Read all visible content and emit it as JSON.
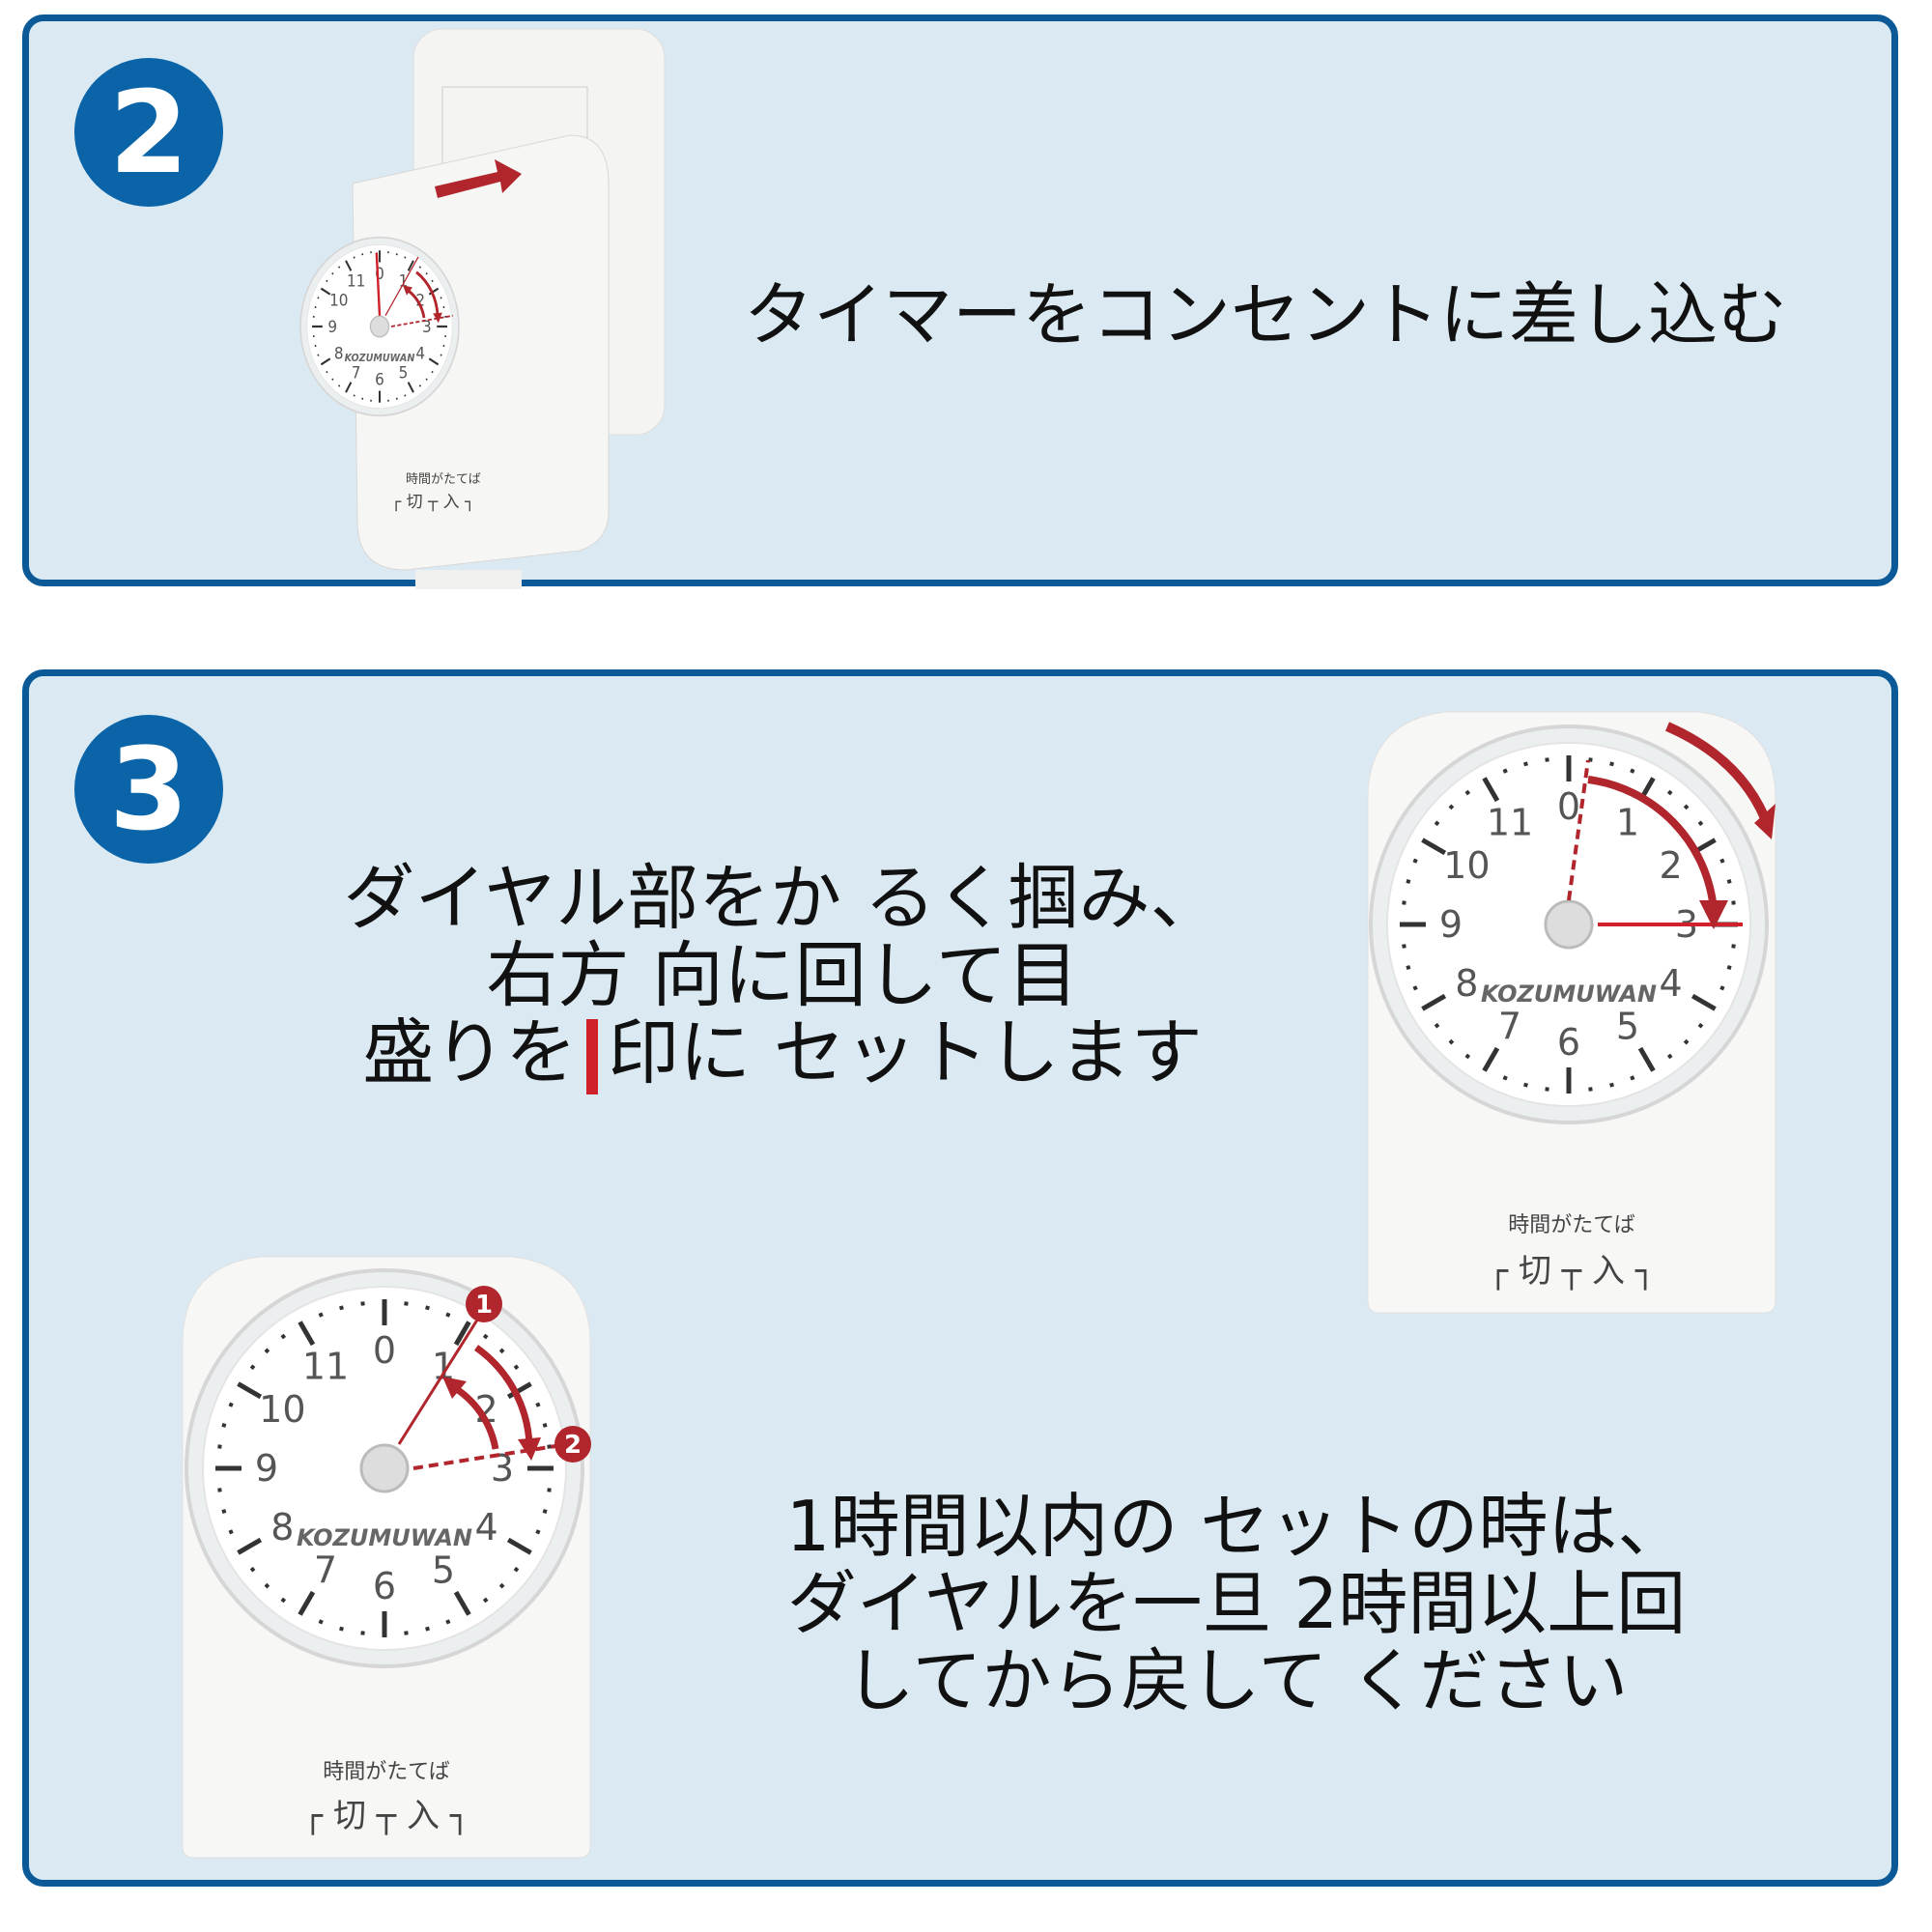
{
  "step2": {
    "number": "2",
    "instruction": "タイマーをコンセントに差し込む"
  },
  "step3": {
    "number": "3",
    "instruction_lines": [
      "ダイヤル部をか るく掴み、",
      "右方 向に回して目",
      "盛りを",
      "印に セットします"
    ],
    "note_lines": [
      "1時間以内の セットの時は、",
      "ダイヤルを一旦 2時間以上回",
      "してから戻して ください"
    ],
    "markers": [
      "1",
      "2"
    ]
  },
  "device": {
    "brand": "KOZUMUWAN",
    "caption": "時間がたてば",
    "switch_label": "┌ 切 ┬ 入 ┐",
    "dial_numbers": [
      "0",
      "1",
      "2",
      "3",
      "4",
      "5",
      "6",
      "7",
      "8",
      "9",
      "10",
      "11"
    ]
  },
  "colors": {
    "accent": "#0b64a8",
    "border": "#0b5a97",
    "panel_bg": "#dbeaf2",
    "arrow": "#b0262c",
    "mark": "#d0202a"
  }
}
